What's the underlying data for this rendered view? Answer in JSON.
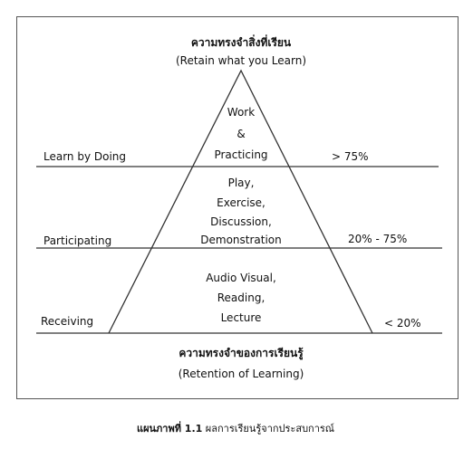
{
  "top_title": {
    "thai": "ความทรงจำสิ่งที่เรียน",
    "english": "(Retain what you Learn)"
  },
  "bottom_title": {
    "thai": "ความทรงจำของการเรียนรู้",
    "english": "(Retention of Learning)"
  },
  "levels": [
    {
      "left_label": "Learn by Doing",
      "activities": [
        "Work",
        "&",
        "Practicing"
      ],
      "percent": "> 75%"
    },
    {
      "left_label": "Participating",
      "activities": [
        "Play,",
        "Exercise,",
        "Discussion,",
        "Demonstration"
      ],
      "percent": "20% - 75%"
    },
    {
      "left_label": "Receiving",
      "activities": [
        "Audio Visual,",
        "Reading,",
        "Lecture"
      ],
      "percent": "< 20%"
    }
  ],
  "caption": {
    "label": "แผนภาพที่ 1.1",
    "text": "ผลการเรียนรู้จากประสบการณ์"
  },
  "colors": {
    "line": "#333333",
    "text": "#111111"
  }
}
